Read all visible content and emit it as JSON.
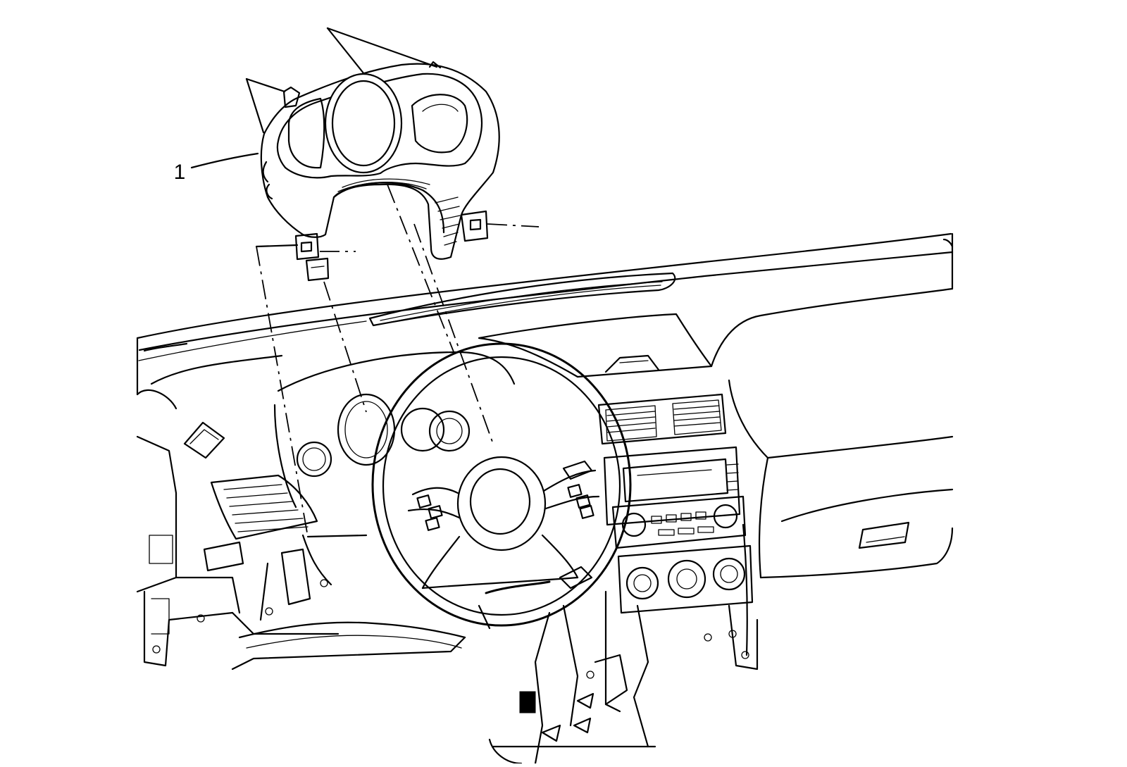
{
  "diagram": {
    "callouts": [
      {
        "id": "callout-1",
        "label": "1"
      }
    ],
    "colors": {
      "line": "#000000",
      "background": "#ffffff"
    },
    "parts": [
      "instrument-cluster",
      "instrument-panel",
      "steering-wheel"
    ]
  }
}
